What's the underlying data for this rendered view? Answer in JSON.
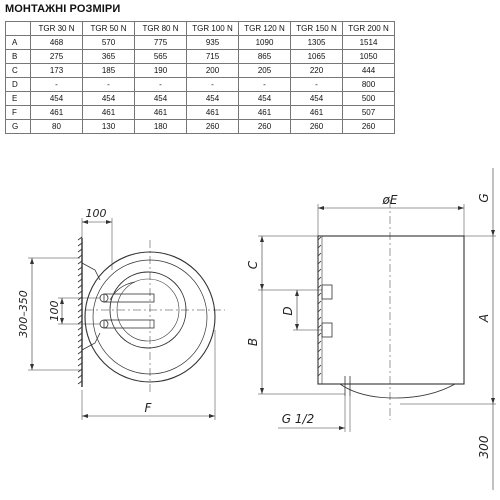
{
  "title": "МОНТАЖНІ РОЗМІРИ",
  "table": {
    "columns": [
      "",
      "TGR 30 N",
      "TGR 50 N",
      "TGR 80 N",
      "TGR 100 N",
      "TGR 120 N",
      "TGR 150 N",
      "TGR 200 N"
    ],
    "rows": [
      {
        "label": "A",
        "values": [
          "468",
          "570",
          "775",
          "935",
          "1090",
          "1305",
          "1514"
        ]
      },
      {
        "label": "B",
        "values": [
          "275",
          "365",
          "565",
          "715",
          "865",
          "1065",
          "1050"
        ]
      },
      {
        "label": "C",
        "values": [
          "173",
          "185",
          "190",
          "200",
          "205",
          "220",
          "444"
        ]
      },
      {
        "label": "D",
        "values": [
          "-",
          "-",
          "-",
          "-",
          "-",
          "-",
          "800"
        ]
      },
      {
        "label": "E",
        "values": [
          "454",
          "454",
          "454",
          "454",
          "454",
          "454",
          "500"
        ]
      },
      {
        "label": "F",
        "values": [
          "461",
          "461",
          "461",
          "461",
          "461",
          "461",
          "507"
        ]
      },
      {
        "label": "G",
        "values": [
          "80",
          "130",
          "180",
          "260",
          "260",
          "260",
          "260"
        ]
      }
    ]
  },
  "drawing": {
    "front_labels": {
      "top": "100",
      "mid": "100",
      "side": "300–350",
      "bottom": "F"
    },
    "side_labels": {
      "e": "øE",
      "g": "G",
      "c": "C",
      "d": "D",
      "b": "B",
      "a": "A",
      "pipe": "G 1/2",
      "floor": "300"
    }
  }
}
